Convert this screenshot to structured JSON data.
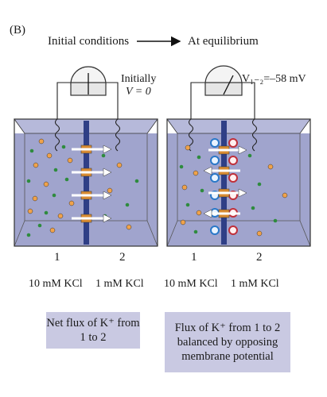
{
  "panel_label": "(B)",
  "header": {
    "left": "Initial conditions",
    "right": "At equilibrium"
  },
  "left_meter": {
    "label_line1": "Initially",
    "label_line2": "V = 0"
  },
  "right_meter": {
    "label": "V₁₋₂=–58 mV"
  },
  "compartments": {
    "left": {
      "num1": "1",
      "num2": "2"
    },
    "right": {
      "num1": "1",
      "num2": "2"
    }
  },
  "concentrations": {
    "c1": "10 mM KCl",
    "c2": "1 mM KCl",
    "c3": "10 mM KCl",
    "c4": "1 mM KCl"
  },
  "captions": {
    "left": "Net flux of K⁺ from 1 to 2",
    "right": "Flux of K⁺ from 1 to 2 balanced by opposing membrane potential"
  },
  "colors": {
    "tank": "#8f94c4",
    "ion_k": "#f0a24a",
    "ion_other": "#2e8b3e",
    "membrane": "#2f3f86",
    "caption_box": "#c9c9e2"
  }
}
